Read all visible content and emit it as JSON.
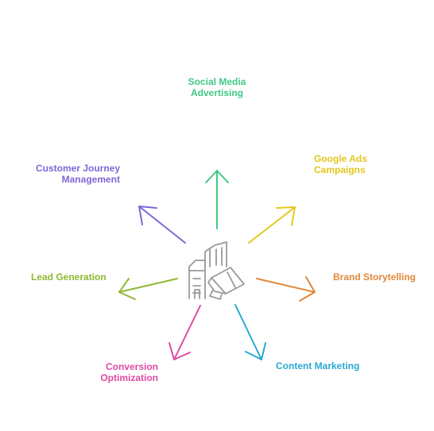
{
  "diagram": {
    "colors": {
      "social": "#3ec985",
      "google": "#e3c81e",
      "brand": "#e0883a",
      "content": "#29a9d3",
      "conversion": "#dd4aa5",
      "lead": "#8fb832",
      "journey": "#7f66d6",
      "icon": "#9a9a9a"
    },
    "center_icon": "buildings-megaphone-icon",
    "labels": {
      "social": [
        "Social Media",
        "Advertising"
      ],
      "google": [
        "Google Ads",
        "Campaigns"
      ],
      "brand": [
        "Brand Storytelling"
      ],
      "content": [
        "Content Marketing"
      ],
      "conversion": [
        "Conversion",
        "Optimization"
      ],
      "lead": [
        "Lead Generation"
      ],
      "journey": [
        "Customer Journey",
        "Management"
      ]
    }
  }
}
